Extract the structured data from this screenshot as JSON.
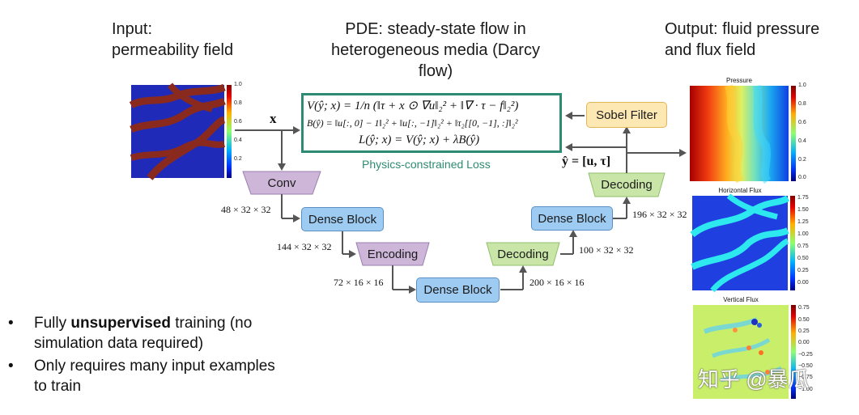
{
  "headings": {
    "input_line1": "Input:",
    "input_line2": "permeability field",
    "pde_line1": "PDE: steady-state flow in",
    "pde_line2": "heterogeneous media (Darcy",
    "pde_line3": "flow)",
    "output_line1": "Output: fluid pressure",
    "output_line2": "and flux field"
  },
  "loss": {
    "eq1": "V(ŷ; x) = 1/n (‖τ + x ⊙ ∇u‖₂² + ‖∇ · τ − f‖₂²)",
    "eq2": "B(ŷ) = ‖u[:, 0] − 1‖₂² + ‖u[:, −1]‖₂² + ‖τ₂[[0, −1], :]‖₂²",
    "eq3": "L(ŷ; x) = V(ŷ; x) + λB(ŷ)",
    "caption": "Physics-constrained Loss"
  },
  "network": {
    "x_label": "x",
    "yhat_label": "ŷ = [u, τ]",
    "conv": "Conv",
    "dense1": "Dense Block",
    "encoding": "Encoding",
    "dense2": "Dense Block",
    "decoding1": "Decoding",
    "dense3": "Dense Block",
    "decoding2": "Decoding",
    "sobel": "Sobel Filter",
    "dim1": "48 × 32 × 32",
    "dim2": "144 × 32 × 32",
    "dim3": "72 × 16 × 16",
    "dim4": "200 × 16 × 16",
    "dim5": "100 × 32 × 32",
    "dim6": "196 × 32 × 32"
  },
  "plots": {
    "input_ticks": [
      "1.0",
      "0.8",
      "0.6",
      "0.4",
      "0.2"
    ],
    "pressure_title": "Pressure",
    "pressure_ticks": [
      "1.0",
      "0.8",
      "0.6",
      "0.4",
      "0.2",
      "0.0"
    ],
    "hflux_title": "Horizontal Flux",
    "hflux_ticks": [
      "1.75",
      "1.50",
      "1.25",
      "1.00",
      "0.75",
      "0.50",
      "0.25",
      "0.00"
    ],
    "vflux_title": "Vertical Flux",
    "vflux_ticks": [
      "0.75",
      "0.50",
      "0.25",
      "0.00",
      "−0.25",
      "−0.50",
      "−0.75",
      "−1.00"
    ]
  },
  "bullets": {
    "b1_pre": "Fully ",
    "b1_bold": "unsupervised",
    "b1_post": " training (no",
    "b1_line2": "simulation data required)",
    "b2_line1": "Only requires many input examples",
    "b2_line2": "to train",
    "bullet_char": "•"
  },
  "watermark": "知乎 @暴瓜",
  "colors": {
    "loss_border": "#2e8b73",
    "dense": "#9ecbf2",
    "conv": "#cdb6d8",
    "encoding": "#cdb6d8",
    "decoding": "#c9e6a8",
    "sobel": "#fde7b3"
  }
}
